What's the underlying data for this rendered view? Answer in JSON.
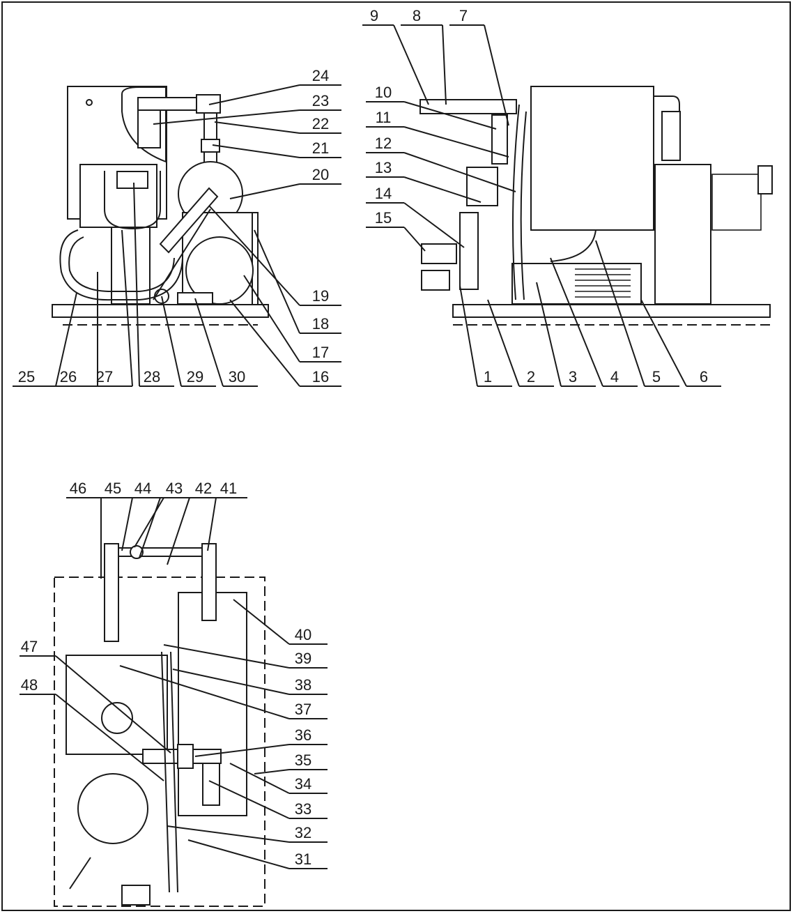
{
  "callouts": {
    "side_view": [
      "16",
      "17",
      "18",
      "19",
      "20",
      "21",
      "22",
      "23",
      "24",
      "25",
      "26",
      "27",
      "28",
      "29",
      "30"
    ],
    "front_view": [
      "1",
      "2",
      "3",
      "4",
      "5",
      "6",
      "7",
      "8",
      "9",
      "10",
      "11",
      "12",
      "13",
      "14",
      "15"
    ],
    "top_view": [
      "31",
      "32",
      "33",
      "34",
      "35",
      "36",
      "37",
      "38",
      "39",
      "40",
      "41",
      "42",
      "43",
      "44",
      "45",
      "46",
      "47",
      "48"
    ]
  }
}
